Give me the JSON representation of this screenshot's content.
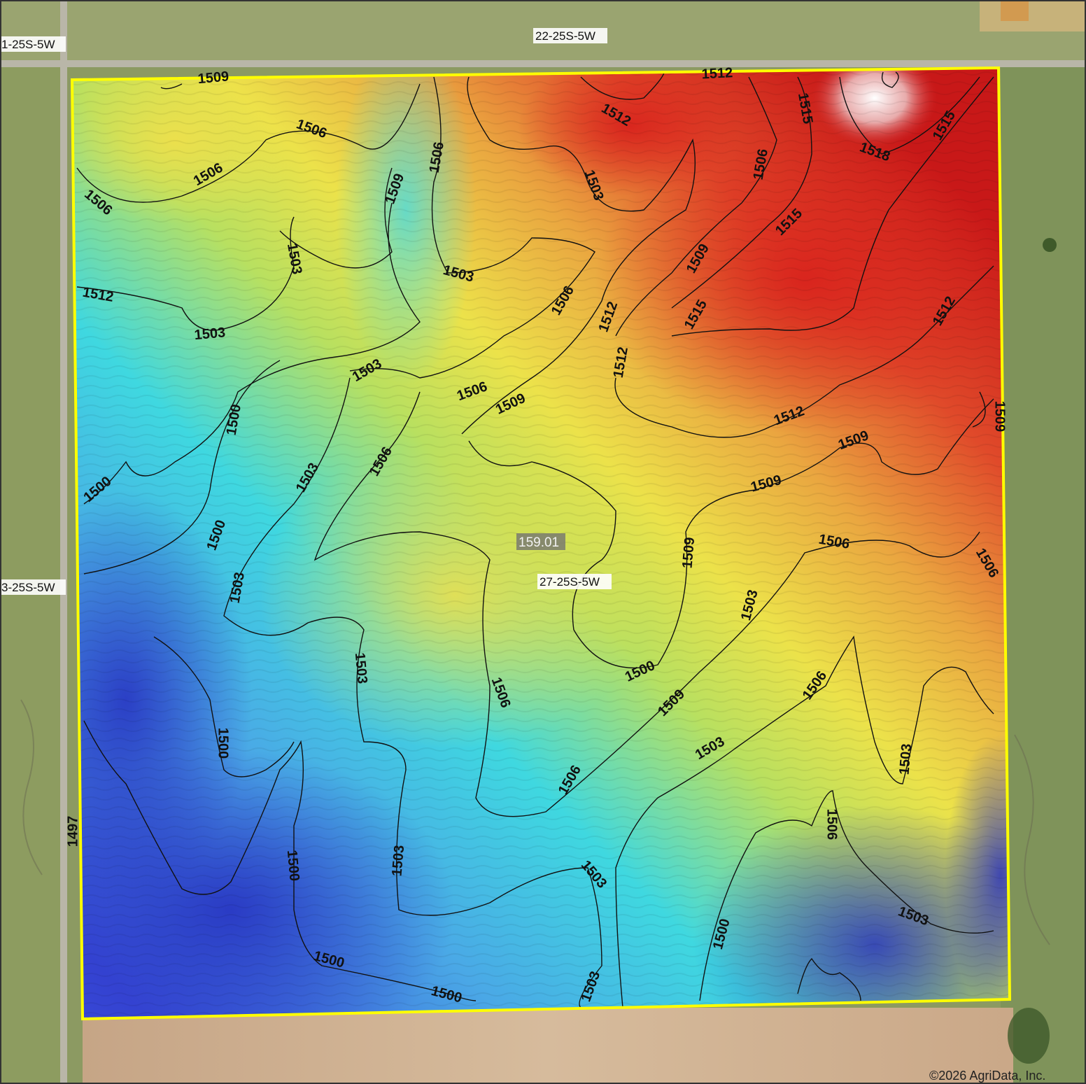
{
  "map": {
    "section_labels": [
      {
        "id": "nw",
        "text": "1-25S-5W"
      },
      {
        "id": "n",
        "text": "22-25S-5W"
      },
      {
        "id": "w",
        "text": "3-25S-5W"
      },
      {
        "id": "center",
        "text": "27-25S-5W"
      }
    ],
    "field_acres": "159.01",
    "contour_labels": [
      "1509",
      "1512",
      "1512",
      "1515",
      "1518",
      "1515",
      "1506",
      "1506",
      "1506",
      "1503",
      "1506",
      "1509",
      "1503",
      "1506",
      "1512",
      "1503",
      "1503",
      "1506",
      "1509",
      "1515",
      "1512",
      "1515",
      "1512",
      "1512",
      "1503",
      "1506",
      "1509",
      "1512",
      "1509",
      "1509",
      "1500",
      "1500",
      "1503",
      "1506",
      "1509",
      "1509",
      "1500",
      "1506",
      "1503",
      "1506",
      "1503",
      "1500",
      "1503",
      "1506",
      "1509",
      "1506",
      "1503",
      "1503",
      "1506",
      "1500",
      "1503",
      "1497",
      "1500",
      "1503",
      "1506",
      "1503",
      "1500",
      "1503",
      "1500",
      "1500",
      "1503",
      "1500",
      "1503",
      "1500"
    ],
    "copyright": "©2026 AgriData, Inc.",
    "colors": {
      "boundary": "#ffff00",
      "contour": "#111111",
      "low": "#2f3fd6",
      "mid": "#e8e84a",
      "high": "#d81a1a",
      "peak": "#ffffff",
      "imagery": "#8a9a5c"
    }
  }
}
